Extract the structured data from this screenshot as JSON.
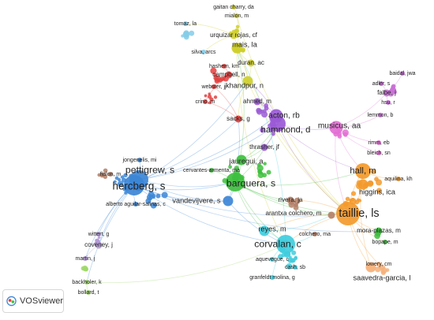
{
  "network": {
    "nodes": [
      {
        "id": "gaitan",
        "label": "gaitan charry, da",
        "cluster": "yellow",
        "weight": 1,
        "show_label": true
      },
      {
        "id": "mialon",
        "label": "mialon, m",
        "cluster": "yellow",
        "weight": 1,
        "show_label": true
      },
      {
        "id": "tomaz",
        "label": "tomaz, la",
        "cluster": "lightblue",
        "weight": 1,
        "show_label": true
      },
      {
        "id": "urquizar",
        "label": "urquizar rojas, cf",
        "cluster": "yellow",
        "weight": 2,
        "show_label": true
      },
      {
        "id": "mais",
        "label": "mais, la",
        "cluster": "yellow",
        "weight": 3,
        "show_label": true
      },
      {
        "id": "silva",
        "label": "silva, arcs",
        "cluster": "lightblue",
        "weight": 1,
        "show_label": true
      },
      {
        "id": "hashem",
        "label": "hashem, km",
        "cluster": "red",
        "weight": 1,
        "show_label": true
      },
      {
        "id": "duran",
        "label": "duran, ac",
        "cluster": "yellow",
        "weight": 2,
        "show_label": true
      },
      {
        "id": "campbell",
        "label": "campbell, n",
        "cluster": "red",
        "weight": 2,
        "show_label": true
      },
      {
        "id": "baidal",
        "label": "baidal, jwa",
        "cluster": "purple2",
        "weight": 1,
        "show_label": true
      },
      {
        "id": "adler",
        "label": "adler, s",
        "cluster": "purple2",
        "weight": 1,
        "show_label": true
      },
      {
        "id": "webster",
        "label": "webster, jj",
        "cluster": "red",
        "weight": 1,
        "show_label": true
      },
      {
        "id": "khandpur",
        "label": "khandpur, n",
        "cluster": "yellow",
        "weight": 3,
        "show_label": true
      },
      {
        "id": "falbe",
        "label": "falbe, j",
        "cluster": "purple2",
        "weight": 2,
        "show_label": true
      },
      {
        "id": "hsu",
        "label": "hsu, r",
        "cluster": "purple2",
        "weight": 1,
        "show_label": true
      },
      {
        "id": "crino",
        "label": "crino, m",
        "cluster": "red",
        "weight": 1,
        "show_label": true
      },
      {
        "id": "ahmed",
        "label": "ahmed, m",
        "cluster": "purple",
        "weight": 2,
        "show_label": true
      },
      {
        "id": "lemmon",
        "label": "lemmon, b",
        "cluster": "purple2",
        "weight": 1,
        "show_label": true
      },
      {
        "id": "sacks",
        "label": "sacks, g",
        "cluster": "red",
        "weight": 2,
        "show_label": true
      },
      {
        "id": "acton",
        "label": "acton, rb",
        "cluster": "purple",
        "weight": 4,
        "show_label": true
      },
      {
        "id": "hammond",
        "label": "hammond, d",
        "cluster": "purple",
        "weight": 5,
        "show_label": true
      },
      {
        "id": "musicus",
        "label": "musicus, aa",
        "cluster": "pink",
        "weight": 4,
        "show_label": true
      },
      {
        "id": "rimm",
        "label": "rimm, eb",
        "cluster": "pink",
        "weight": 1,
        "show_label": true
      },
      {
        "id": "bleich",
        "label": "bleich, sn",
        "cluster": "pink",
        "weight": 1,
        "show_label": true
      },
      {
        "id": "thrasher",
        "label": "thrasher, jf",
        "cluster": "purple",
        "weight": 2,
        "show_label": true
      },
      {
        "id": "jongenelis",
        "label": "jongenelis, mi",
        "cluster": "blue",
        "weight": 1,
        "show_label": true
      },
      {
        "id": "jauregui",
        "label": "jauregui, a",
        "cluster": "green",
        "weight": 3,
        "show_label": true
      },
      {
        "id": "pettigrew",
        "label": "pettigrew, s",
        "cluster": "blue",
        "weight": 6,
        "show_label": true
      },
      {
        "id": "hall",
        "label": "hall, m",
        "cluster": "orange",
        "weight": 5,
        "show_label": true
      },
      {
        "id": "fialon",
        "label": "fialon, m",
        "cluster": "brown",
        "weight": 1,
        "show_label": true
      },
      {
        "id": "cervantes",
        "label": "cervantes-armenta, ma",
        "cluster": "green",
        "weight": 1,
        "show_label": true
      },
      {
        "id": "aquilina",
        "label": "aquilina, kh",
        "cluster": "orange",
        "weight": 1,
        "show_label": true
      },
      {
        "id": "hercberg",
        "label": "hercberg, s",
        "cluster": "blue",
        "weight": 7,
        "show_label": true
      },
      {
        "id": "barquera",
        "label": "barquera, s",
        "cluster": "green",
        "weight": 6,
        "show_label": true
      },
      {
        "id": "higgins",
        "label": "higgins, ica",
        "cluster": "orange",
        "weight": 3,
        "show_label": true
      },
      {
        "id": "rivera",
        "label": "rivera, ja",
        "cluster": "brown",
        "weight": 2,
        "show_label": true
      },
      {
        "id": "vandevijvere",
        "label": "vandevijvere, s",
        "cluster": "blue",
        "weight": 3,
        "show_label": true
      },
      {
        "id": "alberto",
        "label": "alberto aguilar-salinas, c",
        "cluster": "blue",
        "weight": 1,
        "show_label": true
      },
      {
        "id": "arantxa",
        "label": "arantxa colchero, m",
        "cluster": "brown",
        "weight": 2,
        "show_label": true
      },
      {
        "id": "taillie",
        "label": "taillie, ls",
        "cluster": "orange",
        "weight": 8,
        "show_label": true
      },
      {
        "id": "reyes",
        "label": "reyes, m",
        "cluster": "cyan",
        "weight": 3,
        "show_label": true
      },
      {
        "id": "mora",
        "label": "mora-plazas, m",
        "cluster": "green",
        "weight": 2,
        "show_label": true
      },
      {
        "id": "colchero",
        "label": "colchero, ma",
        "cluster": "brown",
        "weight": 1,
        "show_label": true
      },
      {
        "id": "bopape",
        "label": "bopape, m",
        "cluster": "green",
        "weight": 1,
        "show_label": true
      },
      {
        "id": "wittert",
        "label": "wittert, g",
        "cluster": "lavender",
        "weight": 1,
        "show_label": true
      },
      {
        "id": "corvalan",
        "label": "corvalan, c",
        "cluster": "cyan",
        "weight": 6,
        "show_label": true
      },
      {
        "id": "coveney",
        "label": "coveney, j",
        "cluster": "lavender",
        "weight": 2,
        "show_label": true
      },
      {
        "id": "martin",
        "label": "martin, j",
        "cluster": "lavender",
        "weight": 1,
        "show_label": true
      },
      {
        "id": "aquevegue",
        "label": "aquevegue, c",
        "cluster": "cyan",
        "weight": 1,
        "show_label": true
      },
      {
        "id": "lowery",
        "label": "lowery, cm",
        "cluster": "peach",
        "weight": 1,
        "show_label": true
      },
      {
        "id": "cash",
        "label": "cash, sb",
        "cluster": "cyan",
        "weight": 1,
        "show_label": true
      },
      {
        "id": "granfeldt",
        "label": "granfeldt molina, g",
        "cluster": "cyan",
        "weight": 1,
        "show_label": true
      },
      {
        "id": "saavedra",
        "label": "saavedra-garcia, l",
        "cluster": "peach",
        "weight": 3,
        "show_label": true
      },
      {
        "id": "backholer",
        "label": "backholer, k",
        "cluster": "lime",
        "weight": 1,
        "show_label": true
      },
      {
        "id": "bollard",
        "label": "bollard, t",
        "cluster": "lime",
        "weight": 1,
        "show_label": true
      }
    ],
    "edges": [
      [
        "pettigrew",
        "hercberg"
      ],
      [
        "pettigrew",
        "vandevijvere"
      ],
      [
        "hercberg",
        "vandevijvere"
      ],
      [
        "hercberg",
        "barquera"
      ],
      [
        "pettigrew",
        "barquera"
      ],
      [
        "hercberg",
        "corvalan"
      ],
      [
        "hercberg",
        "taillie"
      ],
      [
        "pettigrew",
        "hammond"
      ],
      [
        "pettigrew",
        "acton"
      ],
      [
        "pettigrew",
        "sacks"
      ],
      [
        "hercberg",
        "khandpur"
      ],
      [
        "pettigrew",
        "wittert"
      ],
      [
        "pettigrew",
        "coveney"
      ],
      [
        "pettigrew",
        "martin"
      ],
      [
        "pettigrew",
        "backholer"
      ],
      [
        "pettigrew",
        "jongenelis"
      ],
      [
        "hercberg",
        "alberto"
      ],
      [
        "hercberg",
        "fialon"
      ],
      [
        "vandevijvere",
        "barquera"
      ],
      [
        "vandevijvere",
        "corvalan"
      ],
      [
        "vandevijvere",
        "sacks"
      ],
      [
        "barquera",
        "jauregui"
      ],
      [
        "barquera",
        "taillie"
      ],
      [
        "barquera",
        "corvalan"
      ],
      [
        "barquera",
        "rivera"
      ],
      [
        "barquera",
        "reyes"
      ],
      [
        "barquera",
        "hall"
      ],
      [
        "barquera",
        "cervantes"
      ],
      [
        "barquera",
        "mais"
      ],
      [
        "barquera",
        "hammond"
      ],
      [
        "jauregui",
        "thrasher"
      ],
      [
        "jauregui",
        "hammond"
      ],
      [
        "thrasher",
        "hammond"
      ],
      [
        "hammond",
        "acton"
      ],
      [
        "hammond",
        "ahmed"
      ],
      [
        "hammond",
        "musicus"
      ],
      [
        "hammond",
        "taillie"
      ],
      [
        "hammond",
        "hall"
      ],
      [
        "acton",
        "ahmed"
      ],
      [
        "acton",
        "khandpur"
      ],
      [
        "musicus",
        "taillie"
      ],
      [
        "musicus",
        "hall"
      ],
      [
        "musicus",
        "falbe"
      ],
      [
        "musicus",
        "bleich"
      ],
      [
        "musicus",
        "rimm"
      ],
      [
        "musicus",
        "lemmon"
      ],
      [
        "falbe",
        "adler"
      ],
      [
        "falbe",
        "baidal"
      ],
      [
        "falbe",
        "hsu"
      ],
      [
        "hall",
        "taillie"
      ],
      [
        "hall",
        "higgins"
      ],
      [
        "hall",
        "aquilina"
      ],
      [
        "hall",
        "saavedra"
      ],
      [
        "taillie",
        "corvalan"
      ],
      [
        "taillie",
        "reyes"
      ],
      [
        "taillie",
        "higgins"
      ],
      [
        "taillie",
        "mora"
      ],
      [
        "taillie",
        "saavedra"
      ],
      [
        "taillie",
        "arantxa"
      ],
      [
        "taillie",
        "bopape"
      ],
      [
        "taillie",
        "lowery"
      ],
      [
        "taillie",
        "rivera"
      ],
      [
        "corvalan",
        "reyes"
      ],
      [
        "corvalan",
        "cash"
      ],
      [
        "corvalan",
        "aquevegue"
      ],
      [
        "corvalan",
        "granfeldt"
      ],
      [
        "corvalan",
        "colchero"
      ],
      [
        "corvalan",
        "mais"
      ],
      [
        "reyes",
        "arantxa"
      ],
      [
        "khandpur",
        "campbell"
      ],
      [
        "khandpur",
        "mais"
      ],
      [
        "khandpur",
        "duran"
      ],
      [
        "khandpur",
        "sacks"
      ],
      [
        "mais",
        "urquizar"
      ],
      [
        "mais",
        "duran"
      ],
      [
        "mais",
        "mialon"
      ],
      [
        "mialon",
        "gaitan"
      ],
      [
        "urquizar",
        "tomaz"
      ],
      [
        "urquizar",
        "silva"
      ],
      [
        "campbell",
        "hashem"
      ],
      [
        "campbell",
        "webster"
      ],
      [
        "campbell",
        "crino"
      ],
      [
        "sacks",
        "crino"
      ],
      [
        "sacks",
        "webster"
      ],
      [
        "mais",
        "taillie"
      ],
      [
        "mialon",
        "taillie"
      ],
      [
        "mais",
        "corvalan"
      ],
      [
        "khandpur",
        "taillie"
      ],
      [
        "wittert",
        "coveney"
      ],
      [
        "coveney",
        "martin"
      ],
      [
        "backholer",
        "bollard"
      ],
      [
        "backholer",
        "corvalan"
      ],
      [
        "hercberg",
        "mora"
      ],
      [
        "barquera",
        "arantxa"
      ]
    ]
  },
  "clusters": {
    "blue": "#3c86d6",
    "green": "#3fbf3f",
    "red": "#e3413f",
    "yellow": "#cfcf2e",
    "purple": "#9b5ad6",
    "lightblue": "#84cde8",
    "orange": "#f39a2d",
    "brown": "#b48068",
    "pink": "#e36fd4",
    "cyan": "#3fcddd",
    "lavender": "#b49ad6",
    "purple2": "#c86fd6",
    "peach": "#f5b07a",
    "lime": "#9fd86a"
  },
  "logo": {
    "text": "VOSviewer",
    "icon": "vosviewer-logo-icon"
  }
}
